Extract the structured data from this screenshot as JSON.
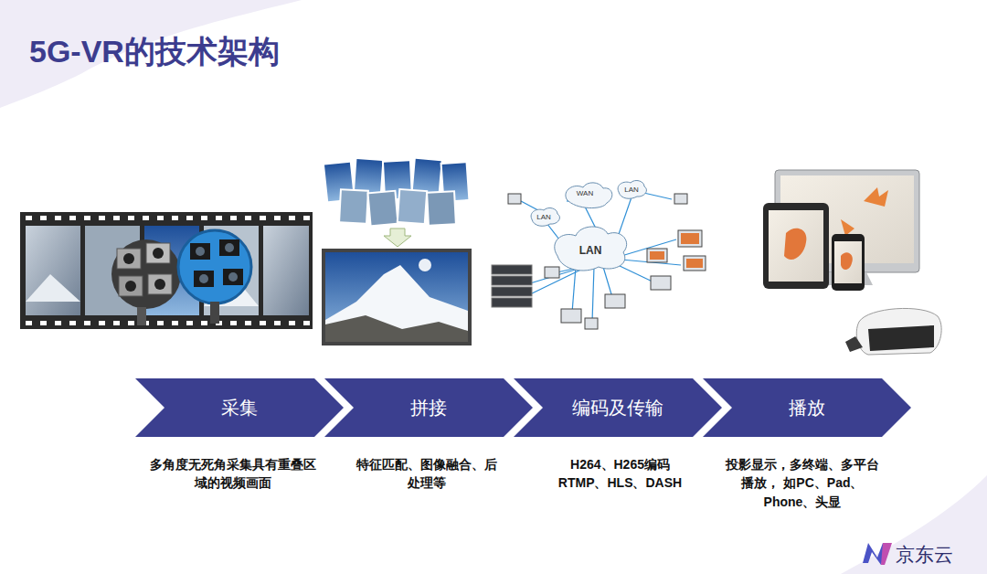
{
  "diagram": {
    "title": "5G-VR的技术架构",
    "nodes": [
      {
        "text": [
          "采集"
        ]
      },
      {
        "text": [
          "拼接"
        ]
      },
      {
        "text": [
          "编码及传输"
        ]
      },
      {
        "text": [
          "播放"
        ]
      }
    ],
    "labels": [
      "多角度无死角采集具有重叠区域的视频画面",
      "特征匹配、图像融合、后处理等",
      "H264、H265编码 RTMP、HLS、DASH",
      "投影显示，多终端、多平台播放， 如PC、Pad、Phone、头显",
      "WAN",
      "LAN",
      "LAN",
      "LAN",
      "京东云"
    ]
  }
}
